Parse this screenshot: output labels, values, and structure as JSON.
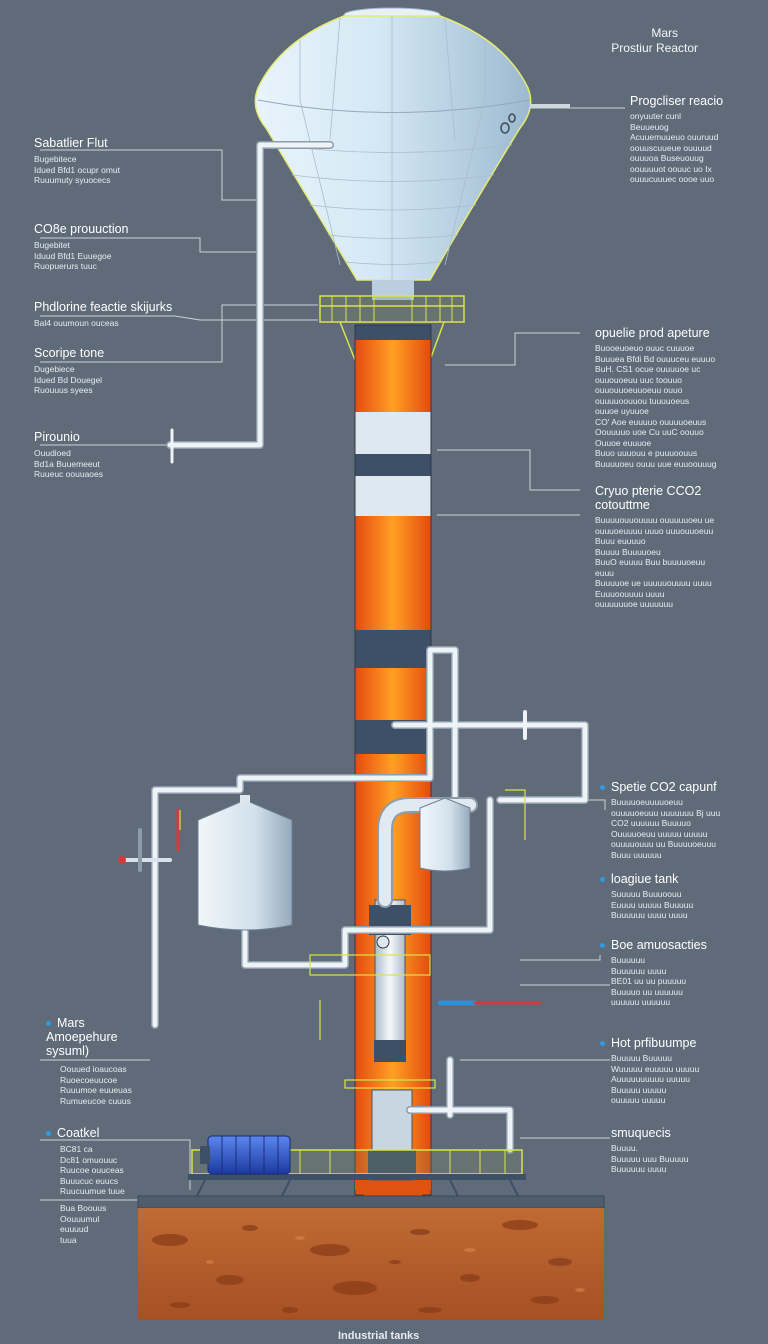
{
  "title": {
    "line1": "Mars",
    "line2": "Prostiur Reactor"
  },
  "left_labels": [
    {
      "head": "Sabatlier Flut",
      "lines": [
        "Bugebitece",
        "Idued Bfd1 ocupr omut",
        "Ruuumuty syuocecs"
      ]
    },
    {
      "head": "CO8e prouuction",
      "lines": [
        "Bugebitet",
        "Iduud Bfd1 Euuegoe",
        "Ruopuerurs tuuc"
      ]
    },
    {
      "head": "Phdlorine feactie skijurks",
      "lines": [
        "Bal4 ouumoun ouceas"
      ]
    },
    {
      "head": "Scoripe tone",
      "lines": [
        "Dugebiece",
        "Idued Bd Douegel",
        "Ruouuus syees"
      ]
    },
    {
      "head": "Pirounio",
      "lines": [
        "Ouudioed",
        "Bd1a Buuemeeut",
        "Ruueuc oouuaoes"
      ]
    },
    {
      "head": "Mars Amoepehure sysuml)",
      "lines": [
        "Oouued ioaucoas",
        "Ruoecoeuucoe",
        "Ruuumoe euueuas",
        "Rumueucoe cuuus"
      ],
      "dot": true
    },
    {
      "head": "Coatkel",
      "lines": [
        "BC81 ca",
        "Dc81 omuouuc",
        "Ruucoe ouuceas",
        "Buuucuc euucs",
        "Ruucuumue tuue"
      ],
      "dot": true
    },
    {
      "head": "",
      "lines": [
        "Bua Boouus",
        "Oouuumul",
        "euuuud",
        "tuua"
      ]
    }
  ],
  "right_labels": [
    {
      "head": "Progcliser reacio",
      "lines": [
        "onyuuter cunl",
        "Beuueuog",
        "Acuuemuueuo ouuruud",
        "oouuscuueue ouuuud",
        "ouuuoa Buseuouug",
        "oouuuuot oouuc uo Ix",
        "ouuucuuuec oooe uuo"
      ]
    },
    {
      "head": "opuelie prod apeture",
      "lines": [
        "Buooeuoeuo ouuc cuuuoe",
        "Buuuea Bfdi Bd ouuuceu euuuo",
        "BuH. CS1 ocue ouuuuoe uc",
        "ouuouoeuu uuc toouuo",
        "ouuouuoeuuoeuu ouuo",
        "ouuuuoouuou tuuuuoeus",
        "ouuoe uyuuoe",
        "CO' Aoe euuuuo ouuuuoeuus",
        "Oouuuuo uoe Cu uuC oouuo",
        "Ouuoe euuuoe",
        "Buuo uuuouu e puuuoouus",
        "Buuuuoeu ouuu uue euuoouuug"
      ]
    },
    {
      "head": "Cryuo pterie CCO2 cotouttme",
      "lines": [
        "Buuuuouuouuuu ouuuuuoeu ue",
        "ouuuoeuuuu uuuo uuuouuoeuu",
        "Buuu euuuuo",
        "Buuuu Buuuuoeu",
        "BuuO euuuu Buu buuuuoeuu",
        "euuu",
        "Buuuuoe ue uuuuuouuuu uuuu",
        "Euuuoouuuu uuuu",
        "ouuuuuuoe uuuuuuu"
      ]
    },
    {
      "head": "Spetie CO2 capunf",
      "lines": [
        "Buuuuoeuuuuoeuu",
        "ouuuuoeuuu uuuuuuu Bj uuu",
        "CO2 uuuuuu Buuuuo",
        "Ouuuuoeuu uuuuu uuuuu",
        "ouuuuouuu uu Buuuuoeuuu",
        "Buuu uuuuuu"
      ],
      "dot": true
    },
    {
      "head": "loagiue tank",
      "lines": [
        "Suuuuu Buuuoouu",
        "Euuuu uuuuu Buuuuu",
        "Buuuuuu uuuu uuuu"
      ],
      "dot": true
    },
    {
      "head": "Boe amuosacties",
      "lines": [
        "Buuuuuu",
        "Buuuuuu uuuu",
        "BE01 uu uu puuuuu",
        "Buuuuo uu uuuuuu",
        "uuuuuu uuuuuu"
      ],
      "dot": true
    },
    {
      "head": "Hot prfibuumpe",
      "lines": [
        "Buuuuu Buuuuu",
        "Wuuuuu euuuuu uuuuu",
        "Auuuuuuuuuu uuuuu",
        "Buuuuu uuuuu",
        "ouuuuu uuuuu"
      ],
      "dot": true
    },
    {
      "head": "smuquecis",
      "lines": [
        "Buuuu.",
        "Buuuuu uuu Buuuuu",
        "Buuuuuu uuuu"
      ],
      "dot": false
    }
  ],
  "caption": "Industrial tanks",
  "colors": {
    "background": "#5f6b78",
    "tank": "#cfe3f0",
    "orange": "#ff6a14",
    "band": "#4a5a72",
    "pipe": "#d9e2ea",
    "rail": "#d9e34a",
    "soil": "#b8602c",
    "blue_pump": "#2d56c8"
  },
  "icons": [
    "water-tower-icon",
    "pump-icon"
  ]
}
